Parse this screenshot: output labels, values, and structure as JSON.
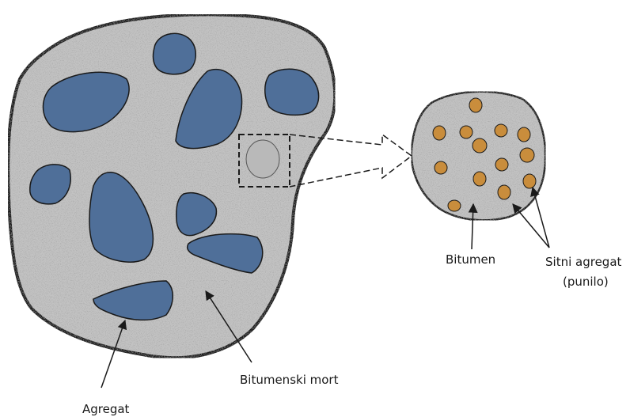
{
  "labels": {
    "aggregate": "Agregat",
    "mortar": "Bitumenski mort",
    "bitumen": "Bitumen",
    "filler_line1": "Sitni agregat",
    "filler_line2": "(punilo)"
  },
  "colors": {
    "background": "#ffffff",
    "mortar_fill": "#c2c2c2",
    "aggregate_fill": "#4f6f99",
    "filler_fill": "#c98d3c",
    "outline": "#1a1a1a"
  }
}
